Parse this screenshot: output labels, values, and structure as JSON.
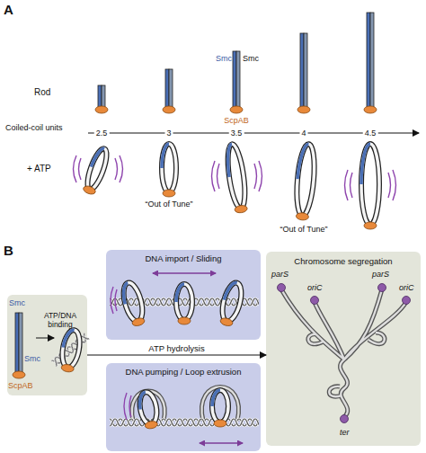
{
  "diagram": {
    "nodes": [
      {
        "text": [
          "Smc",
          "Smc",
          "ScpAB",
          "ATP/DNA binding"
        ]
      },
      {
        "text": [
          "DNA import / Sliding"
        ]
      },
      {
        "text": [
          "DNA pumping / Loop extrusion"
        ]
      },
      {
        "text": [
          "Chromosome segregation",
          "parS",
          "oriC",
          "parS",
          "oriC",
          "ter"
        ]
      }
    ],
    "edges": [
      {
        "from": 0,
        "to": 3,
        "label": "ATP hydrolysis",
        "arrow": "to"
      }
    ],
    "labels": [
      "A",
      "Rod",
      "Smc",
      "Smc",
      "ScpAB",
      "Coiled-coil units",
      "2.5",
      "3",
      "3.5",
      "4",
      "4.5",
      "+ ATP",
      "“Out of Tune”",
      "“Out of Tune”",
      "B"
    ]
  }
}
